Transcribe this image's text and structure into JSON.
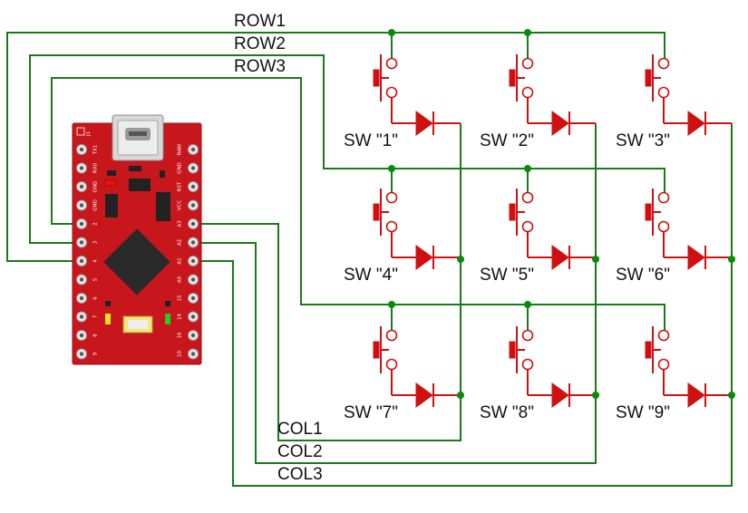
{
  "rows": [
    {
      "label": "ROW1"
    },
    {
      "label": "ROW2"
    },
    {
      "label": "ROW3"
    }
  ],
  "cols": [
    {
      "label": "COL1"
    },
    {
      "label": "COL2"
    },
    {
      "label": "COL3"
    }
  ],
  "switches": [
    {
      "label": "SW \"1\""
    },
    {
      "label": "SW \"2\""
    },
    {
      "label": "SW \"3\""
    },
    {
      "label": "SW \"4\""
    },
    {
      "label": "SW \"5\""
    },
    {
      "label": "SW \"6\""
    },
    {
      "label": "SW \"7\""
    },
    {
      "label": "SW \"8\""
    },
    {
      "label": "SW \"9\""
    }
  ],
  "board": {
    "silk_top": "J1",
    "left_pins": [
      "TX1",
      "RX0",
      "GND",
      "GND",
      "2",
      "3",
      "4",
      "5",
      "6",
      "7",
      "8",
      "9"
    ],
    "right_pins": [
      "RAW",
      "GND",
      "RST",
      "VCC",
      "A3",
      "A2",
      "A1",
      "A0",
      "15",
      "14",
      "16",
      "10"
    ]
  },
  "colors": {
    "wire": "#1a7a1a",
    "junction": "#0a8a0a",
    "component": "#d01010",
    "board": "#c8161d"
  }
}
